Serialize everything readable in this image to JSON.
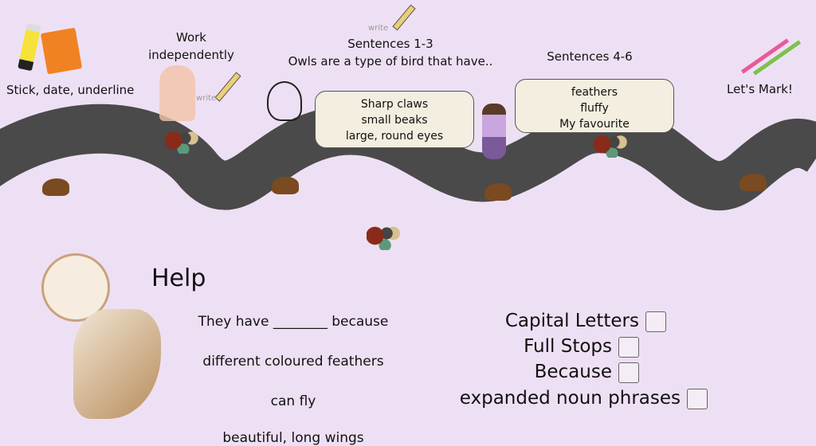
{
  "steps": {
    "stick": "Stick, date, underline",
    "work_line1": "Work",
    "work_line2": "independently",
    "write_label": "write",
    "sentences13_title": "Sentences 1-3",
    "sentences13_prompt": "Owls are a type of bird that have..",
    "sentences46_title": "Sentences 4-6",
    "mark": "Let's Mark!"
  },
  "box1": [
    "Sharp claws",
    "small beaks",
    "large, round eyes"
  ],
  "box2": [
    "feathers",
    "fluffy",
    "My favourite"
  ],
  "help": {
    "title": "Help",
    "lines": [
      "They have ________ because",
      "different coloured feathers",
      "can fly",
      "beautiful, long wings"
    ]
  },
  "checklist": [
    "Capital Letters",
    "Full Stops",
    "Because",
    "expanded noun phrases"
  ],
  "colors": {
    "background": "#eee0f4",
    "road": "#4a4a4a",
    "box": "#f3eedf"
  }
}
